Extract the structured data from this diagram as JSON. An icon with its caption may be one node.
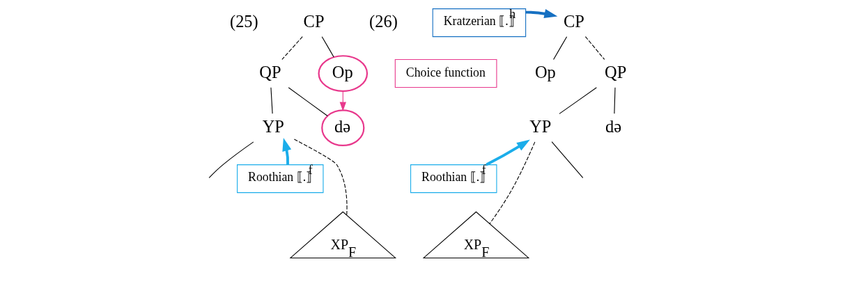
{
  "diagram": {
    "nodes": [
      {
        "text": [
          "CP"
        ]
      },
      {
        "text": [
          "QP"
        ]
      },
      {
        "text": [
          "Op"
        ]
      },
      {
        "text": [
          "YP"
        ]
      },
      {
        "text": [
          "də"
        ]
      },
      {
        "text": [
          "XP$_{F}$"
        ]
      },
      {
        "text": [
          "Choice function"
        ]
      },
      {
        "text": [
          "Roothian ⟦.⟧$^{f}$"
        ]
      },
      {
        "text": [
          "CP"
        ]
      },
      {
        "text": [
          "QP"
        ]
      },
      {
        "text": [
          "Op"
        ]
      },
      {
        "text": [
          "YP"
        ]
      },
      {
        "text": [
          "də"
        ]
      },
      {
        "text": [
          "XP$_{F}$"
        ]
      },
      {
        "text": [
          "Kratzerian ⟦.⟧$^{h}$"
        ]
      },
      {
        "text": [
          "Roothian ⟦.⟧$^{f}$"
        ]
      }
    ],
    "edges": [
      {
        "from": 0,
        "to": 1,
        "arrow": "none",
        "style": "dashed"
      },
      {
        "from": 0,
        "to": 2,
        "arrow": "none"
      },
      {
        "from": 1,
        "to": 3,
        "arrow": "none"
      },
      {
        "from": 1,
        "to": 4,
        "arrow": "none"
      },
      {
        "from": 3,
        "to": null,
        "arrow": "none"
      },
      {
        "from": 3,
        "to": 5,
        "arrow": "none",
        "style": "dashed"
      },
      {
        "from": 2,
        "to": 4,
        "arrow": "to",
        "color": "#e8388c"
      },
      {
        "from": 7,
        "to": 3,
        "arrow": "to",
        "style": "thick",
        "color": "#1badea"
      },
      {
        "from": 8,
        "to": 9,
        "arrow": "none",
        "style": "dashed"
      },
      {
        "from": 8,
        "to": 10,
        "arrow": "none"
      },
      {
        "from": 9,
        "to": 11,
        "arrow": "none"
      },
      {
        "from": 9,
        "to": 12,
        "arrow": "none"
      },
      {
        "from": 11,
        "to": null,
        "arrow": "none"
      },
      {
        "from": 11,
        "to": 13,
        "arrow": "none",
        "style": "dashed"
      },
      {
        "from": 14,
        "to": 8,
        "arrow": "to",
        "style": "thick",
        "color": "#1670c2"
      },
      {
        "from": 15,
        "to": 11,
        "arrow": "to",
        "style": "thick",
        "color": "#1badea"
      }
    ],
    "labels": [
      "(25)",
      "(26)"
    ]
  }
}
